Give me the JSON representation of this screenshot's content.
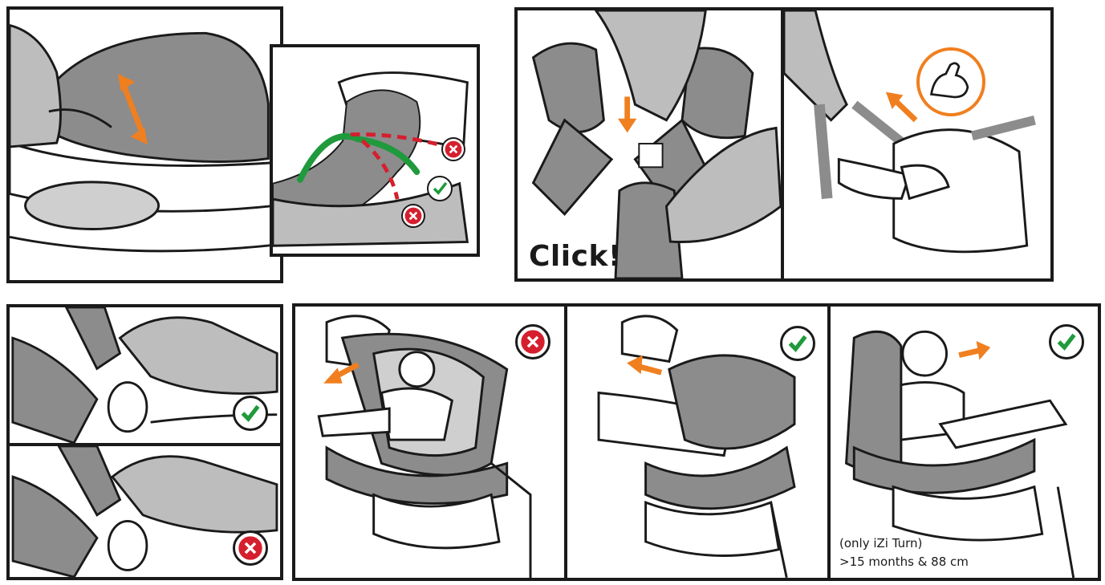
{
  "texts": {
    "click": "Click!",
    "note_line1": "(only iZi Turn)",
    "note_line2": ">15 months & 88 cm"
  },
  "colors": {
    "outline": "#1a1a1a",
    "seat_gray": "#8c8c8c",
    "light_gray": "#cfcfcf",
    "hand_gray": "#bdbdbd",
    "arrow_orange": "#f07f1f",
    "ok_green": "#1f9a3c",
    "bad_red": "#d51f2e"
  },
  "icons": {
    "correct": "check-icon",
    "incorrect": "cross-icon",
    "direction": "arrow-icon",
    "strength": "flexed-arm-icon"
  }
}
